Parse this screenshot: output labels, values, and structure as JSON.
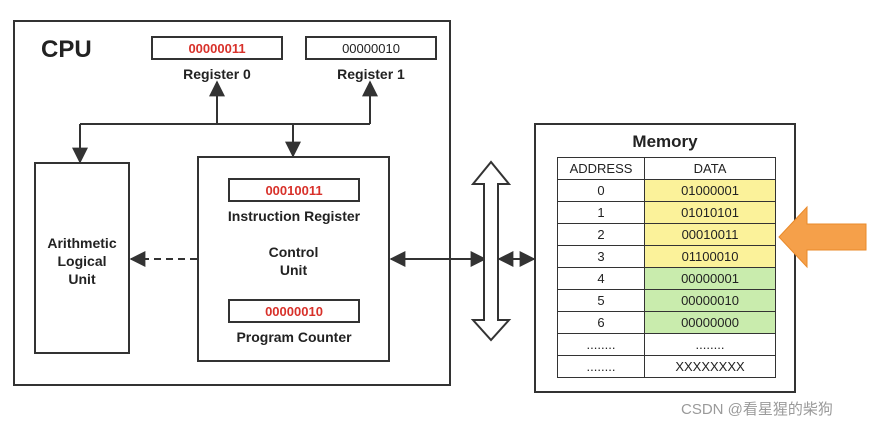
{
  "cpu": {
    "title": "CPU",
    "register0": {
      "value": "00000011",
      "label": "Register 0"
    },
    "register1": {
      "value": "00000010",
      "label": "Register 1"
    },
    "alu": {
      "label": "Arithmetic\nLogical\nUnit"
    },
    "control_unit": {
      "label": "Control\nUnit",
      "instruction_register": {
        "value": "00010011",
        "label": "Instruction Register"
      },
      "program_counter": {
        "value": "00000010",
        "label": "Program Counter"
      }
    }
  },
  "memory": {
    "title": "Memory",
    "headers": [
      "ADDRESS",
      "DATA"
    ],
    "rows": [
      {
        "address": "0",
        "data": "01000001",
        "color": "yellow"
      },
      {
        "address": "1",
        "data": "01010101",
        "color": "yellow"
      },
      {
        "address": "2",
        "data": "00010011",
        "color": "yellow"
      },
      {
        "address": "3",
        "data": "01100010",
        "color": "yellow"
      },
      {
        "address": "4",
        "data": "00000001",
        "color": "green"
      },
      {
        "address": "5",
        "data": "00000010",
        "color": "green"
      },
      {
        "address": "6",
        "data": "00000000",
        "color": "green"
      },
      {
        "address": "........",
        "data": "........",
        "color": "white"
      },
      {
        "address": "........",
        "data": "XXXXXXXX",
        "color": "white"
      }
    ],
    "pointer_row_index": 2
  },
  "colors": {
    "red_text": "#d8312a",
    "yellow_cell": "#fbf29a",
    "green_cell": "#c9ecad",
    "pointer_arrow": "#f5a04a"
  },
  "watermark": "CSDN @看星猩的柴狗"
}
